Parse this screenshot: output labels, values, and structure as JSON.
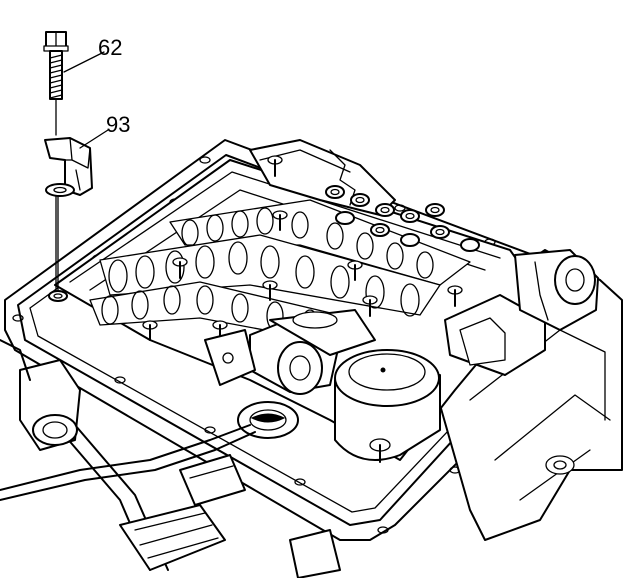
{
  "callouts": [
    {
      "label": "62",
      "part": "bolt"
    },
    {
      "label": "93",
      "part": "bracket"
    }
  ],
  "colors": {
    "line": "#000000",
    "background": "#ffffff"
  }
}
